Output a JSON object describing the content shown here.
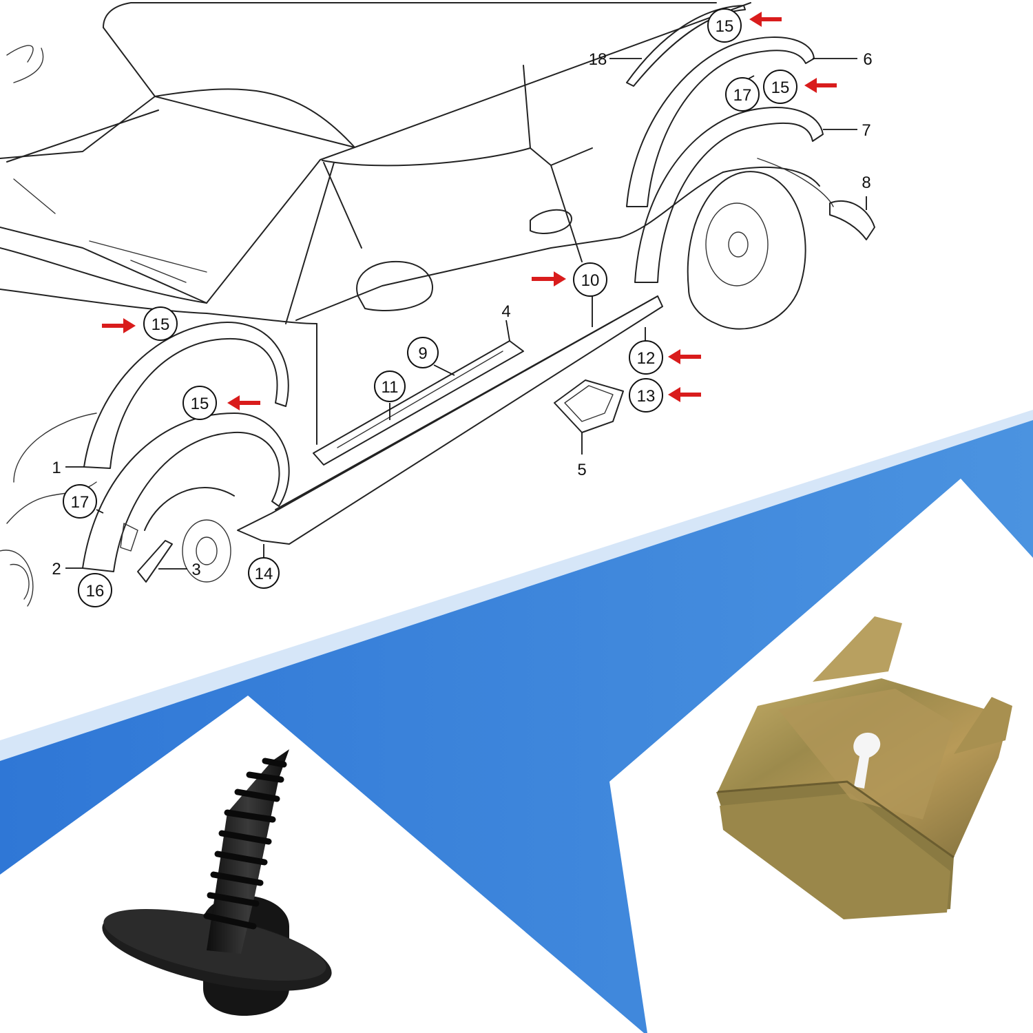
{
  "colors": {
    "background": "#ffffff",
    "blue_dark": "#2f77d6",
    "blue_light": "#4b93e0",
    "blue_band": "#d6e6f8",
    "arrow_red": "#d91c1c",
    "line_art": "#222222",
    "screw_black": "#1e1e1e",
    "clip_metal": "#a8924a"
  },
  "icons": {
    "pointer": "red-arrow-icon",
    "screw": "screw-icon",
    "clip": "u-nut-clip-icon"
  },
  "diagram": {
    "plain_labels": [
      "1",
      "2",
      "3",
      "4",
      "5",
      "6",
      "7",
      "8",
      "18"
    ],
    "circled_labels": [
      "9",
      "10",
      "11",
      "12",
      "13",
      "14",
      "15",
      "15",
      "15",
      "15",
      "16",
      "17",
      "17"
    ]
  }
}
